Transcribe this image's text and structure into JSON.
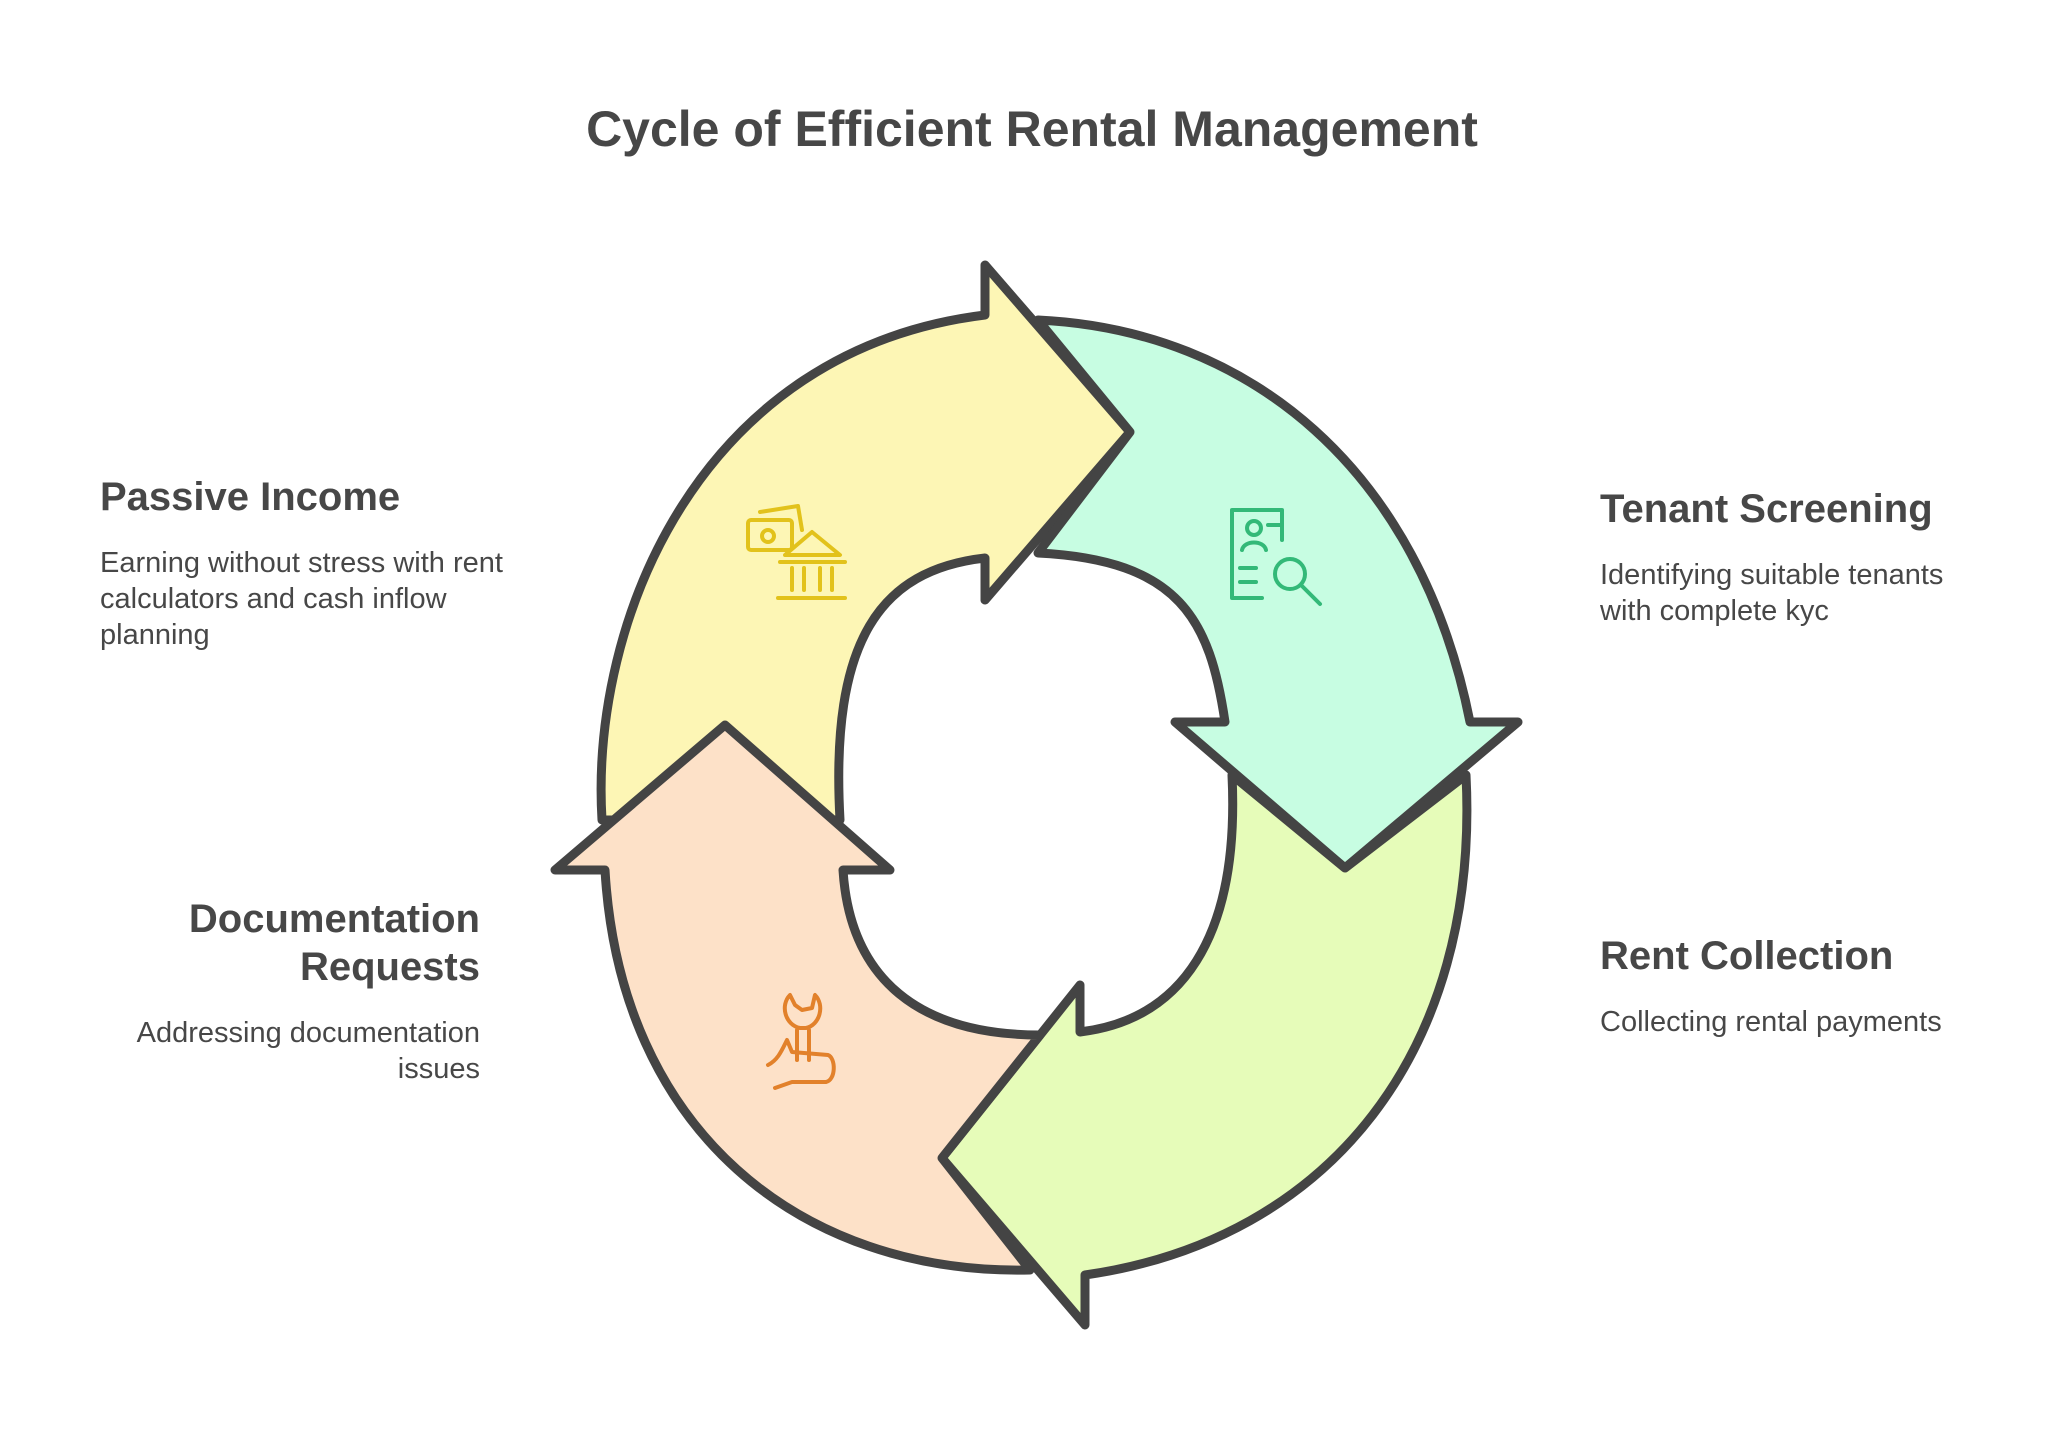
{
  "title": "Cycle of Efficient Rental Management",
  "colors": {
    "outline": "#444444",
    "passive_income_fill": "#fdf6b5",
    "tenant_screening_fill": "#c7fde2",
    "rent_collection_fill": "#e6fcb9",
    "documentation_fill": "#fde1c8",
    "passive_icon": "#e2c21b",
    "tenant_icon": "#33b978",
    "doc_icon": "#e2812b"
  },
  "stages": {
    "passive_income": {
      "title": "Passive Income",
      "description": "Earning without stress with rent calculators and cash inflow planning",
      "icon": "money-bank-icon"
    },
    "tenant_screening": {
      "title": "Tenant Screening",
      "description": "Identifying suitable tenants with complete kyc",
      "icon": "profile-search-icon"
    },
    "rent_collection": {
      "title": "Rent Collection",
      "description": "Collecting rental payments",
      "icon": ""
    },
    "documentation_requests": {
      "title": "Documentation Requests",
      "description": "Addressing documentation issues",
      "icon": "wrench-hand-icon"
    }
  }
}
